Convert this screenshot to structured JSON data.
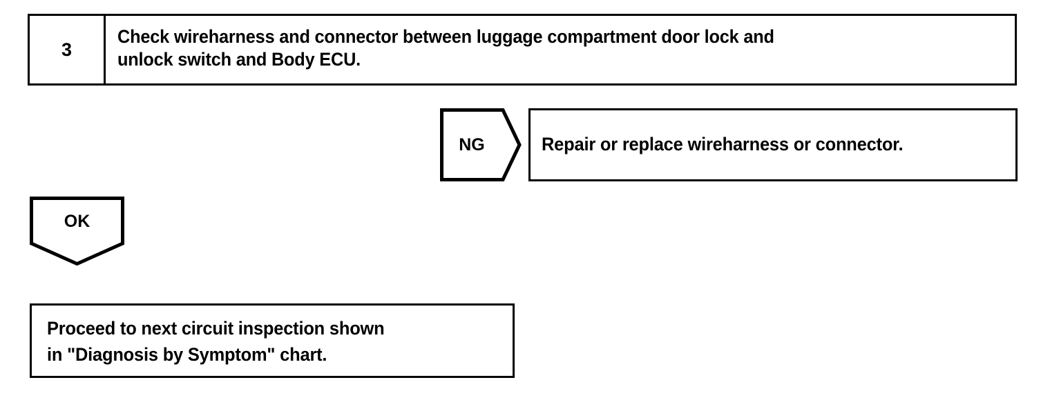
{
  "diagram": {
    "type": "troubleshooting-flowchart",
    "background_color": "#ffffff",
    "line_color": "#000000"
  },
  "step": {
    "number": "3",
    "instruction_line1": "Check wireharness and connector between luggage compartment door lock and",
    "instruction_line2": "unlock switch and Body ECU."
  },
  "ng_branch": {
    "label": "NG",
    "result_text": "Repair or replace wireharness or connector."
  },
  "ok_branch": {
    "label": "OK"
  },
  "result": {
    "line1": "Proceed to next circuit inspection shown",
    "line2": "in \"Diagnosis by Symptom\" chart."
  }
}
